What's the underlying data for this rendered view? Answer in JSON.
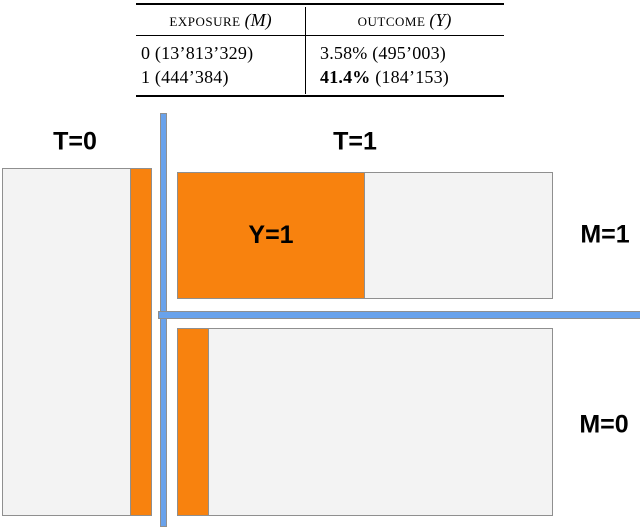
{
  "table": {
    "header": {
      "col1_label": "exposure",
      "col1_var": "(M)",
      "col2_label": "outcome",
      "col2_var": "(Y)"
    },
    "rows": [
      {
        "exposure": "0 (13’813’329)",
        "outcome_pct": "3.58%",
        "outcome_count": "(495’003)"
      },
      {
        "exposure": "1 (444’384)",
        "outcome_pct": "41.4%",
        "outcome_count": "(184’153)"
      }
    ]
  },
  "mosaic": {
    "labels": {
      "t0": "T=0",
      "t1": "T=1",
      "y1": "Y=1",
      "m1": "M=1",
      "m0": "M=0"
    },
    "colors": {
      "orange": "#F8820E",
      "blue": "#69A2EB",
      "gray_fill": "#F3F3F3",
      "border": "#8F8F8F"
    }
  },
  "chart_data": {
    "type": "table",
    "columns": [
      "exposure (M)",
      "outcome (Y)"
    ],
    "rows": [
      [
        "0 (13’813’329)",
        "3.58% (495’003)"
      ],
      [
        "1 (444’384)",
        "41.4% (184’153)"
      ]
    ],
    "mosaic_panels": [
      {
        "group": "T=0",
        "orange_fraction_est": 0.14
      },
      {
        "group": "T=1 / M=1",
        "annotation": "Y=1",
        "orange_fraction_est": 0.5
      },
      {
        "group": "T=1 / M=0",
        "orange_fraction_est": 0.08
      }
    ],
    "legend_position": "none",
    "grid": false
  }
}
